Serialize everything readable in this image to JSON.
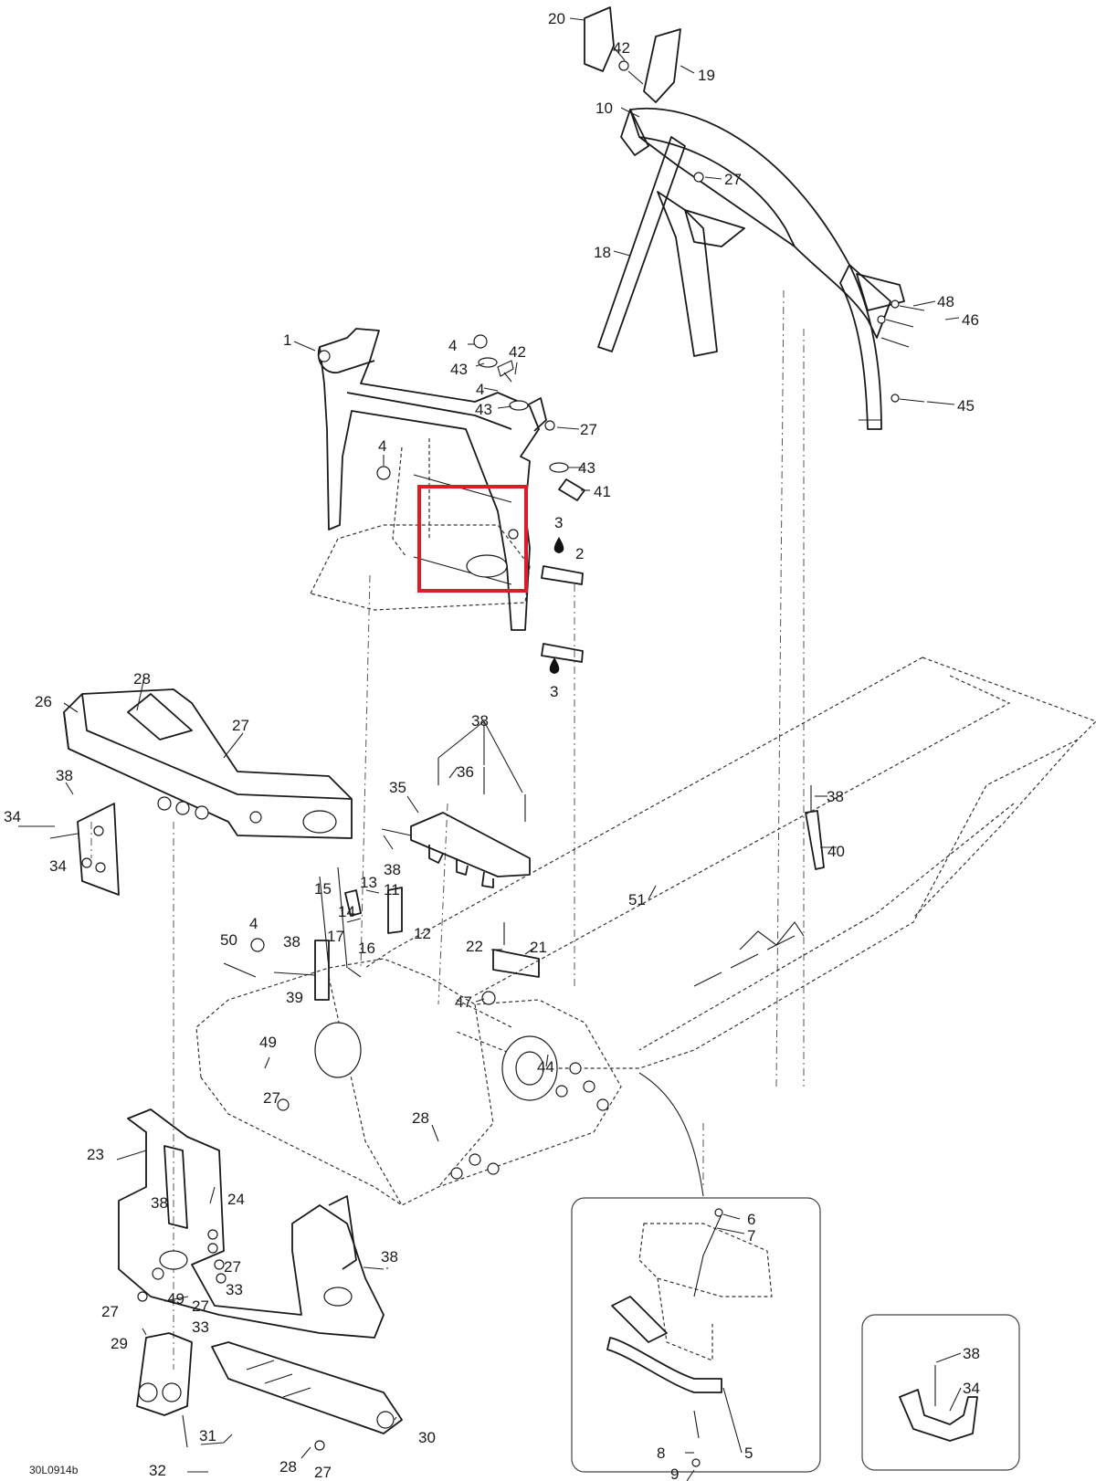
{
  "diagram_ref": "30L0914b",
  "highlight_color": "#e01b24",
  "callouts": {
    "c20": "20",
    "c42a": "42",
    "c19": "19",
    "c10": "10",
    "c27a": "27",
    "c18": "18",
    "c48": "48",
    "c46": "46",
    "c45": "45",
    "c1": "1",
    "c4a": "4",
    "c42b": "42",
    "c43a": "43",
    "c4b": "4",
    "c43b": "43",
    "c27b": "27",
    "c4c": "4",
    "c43c": "43",
    "c41": "41",
    "c3a": "3",
    "c2": "2",
    "c3b": "3",
    "c28a": "28",
    "c26": "26",
    "c27c": "27",
    "c38a": "38",
    "c34a": "34",
    "c34b": "34",
    "c38b": "38",
    "c36": "36",
    "c35": "35",
    "c38c": "38",
    "c38d": "38",
    "c40": "40",
    "c13": "13",
    "c15": "15",
    "c11": "11",
    "c14": "14",
    "c12": "12",
    "c17": "17",
    "c16": "16",
    "c4d": "4",
    "c50": "50",
    "c38e": "38",
    "c39": "39",
    "c51": "51",
    "c22": "22",
    "c21": "21",
    "c47": "47",
    "c49a": "49",
    "c27d": "27",
    "c44": "44",
    "c28b": "28",
    "c23": "23",
    "c38f": "38",
    "c24": "24",
    "c27e": "27",
    "c33a": "33",
    "c49b": "49",
    "c27f": "27",
    "c33b": "33",
    "c27g": "27",
    "c29": "29",
    "c38g": "38",
    "c31": "31",
    "c32": "32",
    "c28c": "28",
    "c27h": "27",
    "c30": "30",
    "c6": "6",
    "c7": "7",
    "c8": "8",
    "c5": "5",
    "c9": "9",
    "c38h": "38",
    "c34c": "34"
  }
}
